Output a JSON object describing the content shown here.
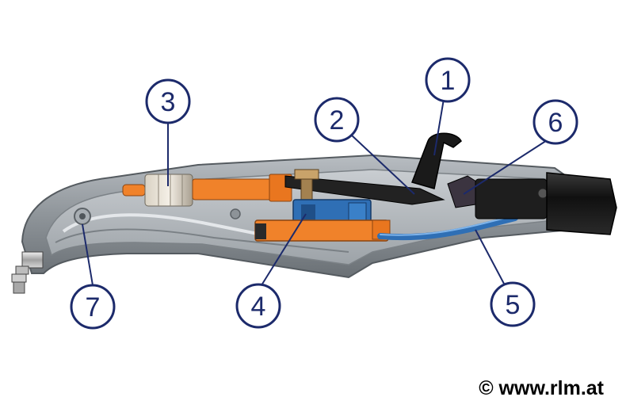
{
  "image": {
    "subject": "cutaway handle",
    "callouts": [
      "1",
      "2",
      "3",
      "4",
      "5",
      "6",
      "7"
    ],
    "copyright": "© www.rlm.at"
  },
  "colors": {
    "callout_ring": "#1c2a6b",
    "orange": "#f0822a",
    "blue": "#2f6fb5",
    "housing": "#9aa0a6"
  }
}
